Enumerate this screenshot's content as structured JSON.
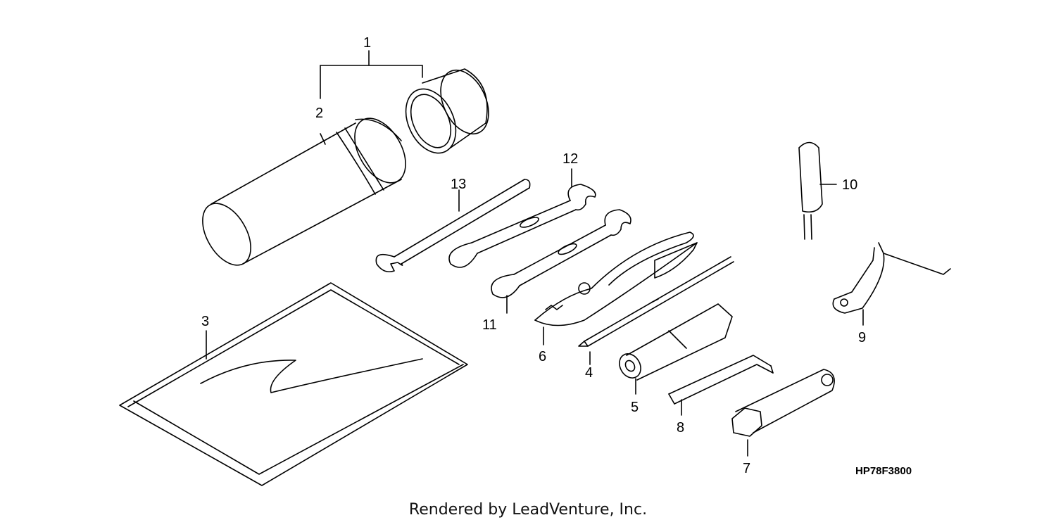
{
  "diagram": {
    "callouts": {
      "c1": "1",
      "c2": "2",
      "c3": "3",
      "c4": "4",
      "c5": "5",
      "c6": "6",
      "c7": "7",
      "c8": "8",
      "c9": "9",
      "c10": "10",
      "c11": "11",
      "c12": "12",
      "c13": "13"
    },
    "drawing_code": "HP78F3800",
    "stroke_color": "#000000"
  },
  "footer": {
    "credit": "Rendered by LeadVenture, Inc."
  }
}
